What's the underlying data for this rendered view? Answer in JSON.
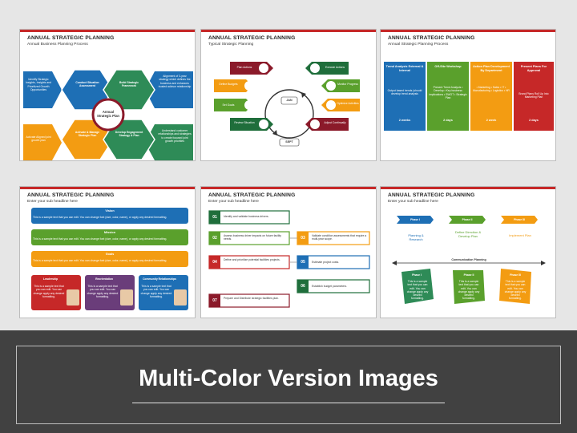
{
  "banner": {
    "title": "Multi-Color Version Images"
  },
  "colors": {
    "red": "#c62828",
    "orange": "#f39c12",
    "green": "#5aa02c",
    "teal": "#2e8b57",
    "blue": "#1e6fb5",
    "purple": "#6a3d7a",
    "maroon": "#8b1a2a",
    "darkgreen": "#1f6e3b",
    "gray": "#6d6d6d"
  },
  "slides": [
    {
      "title": "ANNUAL STRATEGIC PLANNING",
      "subtitle": "Annual Business Planning Process",
      "center": "Annual Strategic Plan",
      "hexes": [
        "Conduct Situation Assessment",
        "Build Strategic Framework",
        "Activate & Manage Strategic Plan",
        "Develop Engagement Strategy & Plan"
      ],
      "notes": [
        "Identify Strategic Insights, Insights and Prioritized Growth Opportunities",
        "Alignment of 3-year strategy which defines the business and enhances trusted advisor relationship",
        "Activate Aligned joint growth plan",
        "Understand customer relationships and strategies to create focused joint growth priorities"
      ]
    },
    {
      "title": "ANNUAL STRATEGIC PLANNING",
      "subtitle": "Typical Strategic Planning",
      "left": [
        "Plan Actions",
        "Define Budgets",
        "Set Goals",
        "Review Situation"
      ],
      "right": [
        "Execute Actions",
        "Monitor Progress",
        "Optimize Activities",
        "Adjust Continually"
      ],
      "months": [
        "JAN",
        "SEPT"
      ]
    },
    {
      "title": "ANNUAL STRATEGIC PLANNING",
      "subtitle": "Annual Strategic Planning Process",
      "columns": [
        {
          "head": "Trend Analysis External & Internal",
          "body": "Output based trends (should develop trend analysis",
          "foot": "2 weeks"
        },
        {
          "head": "Off-Site Workshop",
          "body": "Present Trend Analysis • Develop • Key business implications • SWOT • Strategic Plan",
          "foot": "2 days"
        },
        {
          "head": "Action Plan Development By Department",
          "body": "• Marketing • Sales • IT • Manufacturing • Logistics • HR",
          "foot": "2 week"
        },
        {
          "head": "Present Plans For Approval",
          "body": "Brand Plans Roll Up Into Marketing Plan",
          "foot": "2 days"
        }
      ]
    },
    {
      "title": "ANNUAL STRATEGIC PLANNING",
      "subtitle": "Enter your sub headline here",
      "bars": [
        {
          "label": "Vision",
          "text": "This is a sample text that you can edit. You can change font (size, color, name), or apply any desired formatting."
        },
        {
          "label": "Mission",
          "text": "This is a sample text that you can edit. You can change font (size, color, name), or apply any desired formatting."
        },
        {
          "label": "Goals",
          "text": "This is a sample text that you can edit. You can change font (size, color, name), or apply any desired formatting."
        }
      ],
      "cards": [
        {
          "label": "Leadership",
          "text": "This is a sample text that you can edit. You can change apply any desired formatting."
        },
        {
          "label": "Reorientation",
          "text": "This is a sample text that you can edit. You can change apply any desired formatting."
        },
        {
          "label": "Community Relationships",
          "text": "This is a sample text that you can edit. You can change apply any desired formatting."
        }
      ]
    },
    {
      "title": "ANNUAL STRATEGIC PLANNING",
      "subtitle": "Enter your sub headline here",
      "steps": [
        {
          "num": "01",
          "text": "Identify and validate business drivers."
        },
        {
          "num": "02",
          "text": "Assess business driver impacts on future facility needs."
        },
        {
          "num": "03",
          "text": "Validate condition assessments that require a multi-year scope."
        },
        {
          "num": "04",
          "text": "Define and prioritize potential facilities projects."
        },
        {
          "num": "05",
          "text": "Estimate project costs."
        },
        {
          "num": "06",
          "text": "Establish budget parameters."
        },
        {
          "num": "07",
          "text": "Prepare and Distribute strategic facilities plan."
        }
      ]
    },
    {
      "title": "ANNUAL STRATEGIC PLANNING",
      "subtitle": "Enter your sub headline here",
      "phases": [
        {
          "head": "Phase I",
          "body": "Planning & Research"
        },
        {
          "head": "Phase II",
          "body": "Define Direction & Develop Plan"
        },
        {
          "head": "Phase III",
          "body": "Implement Plan"
        }
      ],
      "comm": "Communication Planning",
      "lower": [
        {
          "head": "Phase I",
          "body": "This is a sample text that you can edit. You can change apply any desired formatting."
        },
        {
          "head": "Phase II",
          "body": "This is a sample text that you can edit. You can change apply any desired formatting."
        },
        {
          "head": "Phase III",
          "body": "This is a sample text that you can edit. You can change apply any desired formatting."
        }
      ]
    }
  ]
}
